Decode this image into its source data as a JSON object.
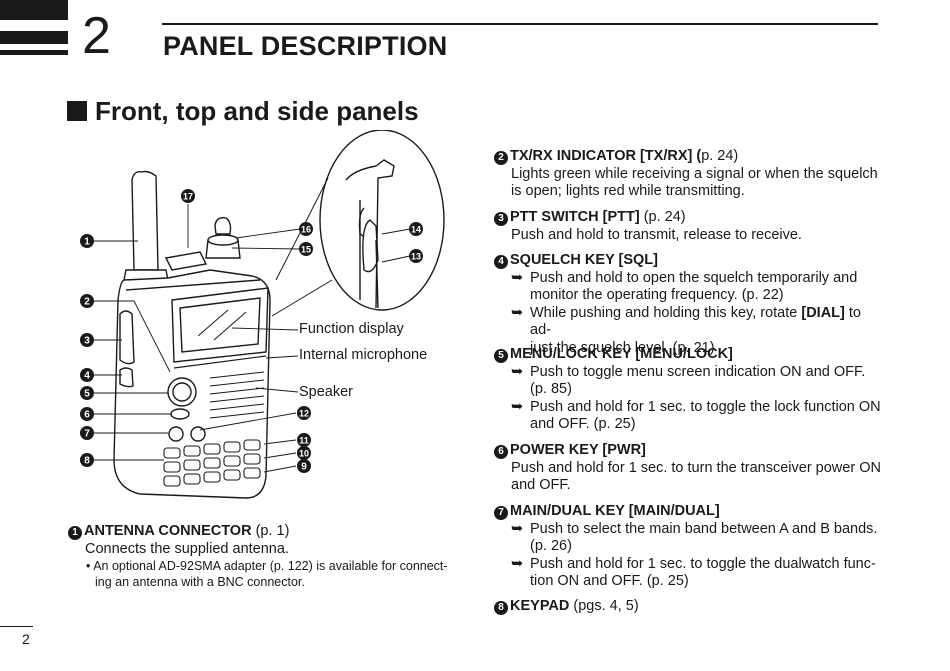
{
  "chapter": {
    "number": "2",
    "title": "PANEL DESCRIPTION"
  },
  "section": {
    "title": "Front, top and side panels"
  },
  "figure": {
    "labels": {
      "function_display": "Function display",
      "internal_microphone": "Internal microphone",
      "speaker": "Speaker"
    },
    "callouts": [
      "1",
      "2",
      "3",
      "4",
      "5",
      "6",
      "7",
      "8",
      "9",
      "10",
      "11",
      "12",
      "13",
      "14",
      "15",
      "16",
      "17"
    ]
  },
  "entries": {
    "e1": {
      "num": "1",
      "title": "ANTENNA CONNECTOR",
      "ref": " (p. 1)",
      "text": "Connects the supplied antenna.",
      "note_bullet": "•",
      "note_1": "An optional AD-92SMA adapter (p. 122) is available for connect-",
      "note_2": "ing an antenna with a BNC connector."
    },
    "e2": {
      "num": "2",
      "title": "TX/RX INDICATOR [TX/RX] (",
      "ref": "p. 24)",
      "line1": "Lights green while receiving a signal or when the squelch",
      "line2": "is open; lights red while transmitting."
    },
    "e3": {
      "num": "3",
      "title": "PTT SWITCH [PTT]",
      "ref": " (p. 24)",
      "text": "Push and hold to transmit, release to receive."
    },
    "e4": {
      "num": "4",
      "title": "SQUELCH KEY [SQL]",
      "b1_1": "Push and hold to open the squelch temporarily and",
      "b1_2": "monitor the operating frequency. (p. 22)",
      "b2_1a": "While pushing and holding this key, rotate ",
      "b2_1b": "[DIAL]",
      "b2_1c": " to ad-",
      "b2_2": "just the squelch level. (p. 21)"
    },
    "e5": {
      "num": "5",
      "title": "MENU/LOCK KEY [MENU/LOCK]",
      "b1_1": "Push to toggle menu screen indication ON and OFF.",
      "b1_2": "(p. 85)",
      "b2_1": "Push and hold for 1 sec. to toggle the lock function ON",
      "b2_2": "and OFF. (p. 25)"
    },
    "e6": {
      "num": "6",
      "title": "POWER KEY [PWR]",
      "line1": "Push and hold for 1 sec. to turn the transceiver power ON",
      "line2": "and OFF."
    },
    "e7": {
      "num": "7",
      "title": "MAIN/DUAL KEY [MAIN/DUAL]",
      "b1_1": "Push to select the main band between A and B bands.",
      "b1_2": "(p. 26)",
      "b2_1": "Push and hold for 1 sec. to toggle the dualwatch func-",
      "b2_2": "tion ON and OFF. (p. 25)"
    },
    "e8": {
      "num": "8",
      "title": "KEYPAD",
      "ref": " (pgs. 4, 5)"
    }
  },
  "glyphs": {
    "arrow": "➥"
  },
  "page_number": "2"
}
